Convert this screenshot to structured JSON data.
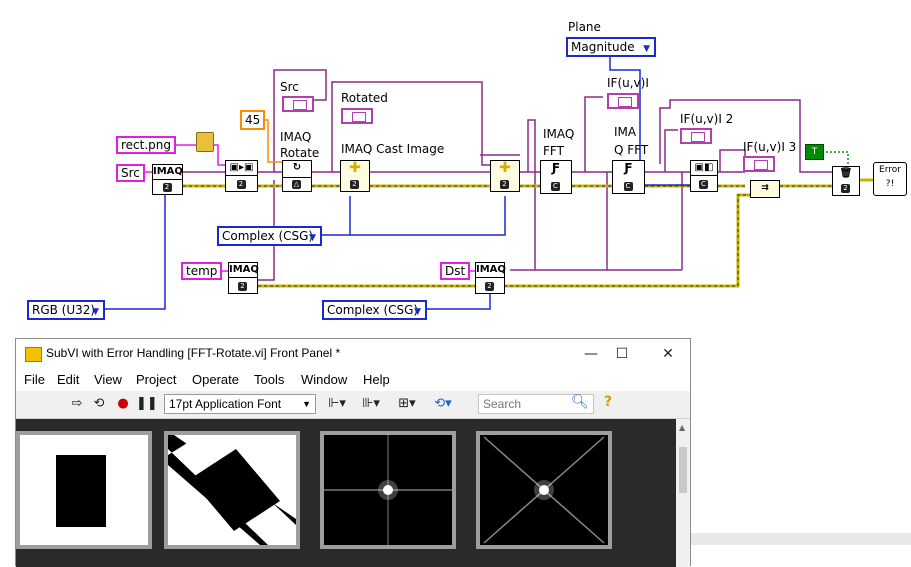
{
  "block_diagram": {
    "constants": {
      "rect_png": "rect.png",
      "src": "Src",
      "temp": "temp",
      "dst": "Dst",
      "angle": "45",
      "bool": "T"
    },
    "labels": {
      "src": "Src",
      "rotated": "Rotated",
      "imaq_rotate_1": "IMAQ",
      "imaq_rotate_2": "Rotate",
      "imaq_cast": "IMAQ Cast Image",
      "imaq_fft_1": "IMAQ",
      "imaq_fft_2": "FFT",
      "imaq_ifft_1": "IMA",
      "imaq_ifft_2": "Q FFT",
      "plane": "Plane",
      "fuv_1": "IF(u,v)I",
      "fuv_2": "IF(u,v)I 2",
      "fuv_3": "IF(u,v)I 3"
    },
    "rings": {
      "plane": "Magnitude",
      "complex_1": "Complex (CSG)",
      "complex_2": "Complex (CSG)",
      "rgb": "RGB (U32)"
    },
    "vi_glyphs": {
      "imaq": "IMAQ",
      "error": "Error"
    }
  },
  "window": {
    "title": "SubVI with Error Handling [FFT-Rotate.vi] Front Panel *",
    "controls": {
      "minimize": "—",
      "maximize": "☐",
      "close": "✕"
    },
    "menu": [
      "File",
      "Edit",
      "View",
      "Project",
      "Operate",
      "Tools",
      "Window",
      "Help"
    ],
    "toolbar": {
      "font": "17pt Application Font",
      "search_placeholder": "Search",
      "help": "?"
    },
    "images": [
      "src-rectangle",
      "rotated-rectangle",
      "fft-magnitude",
      "fft-magnitude-rotated"
    ]
  },
  "colors": {
    "string_wire": "#e020e0",
    "error_wire": "#c8b400",
    "image_wire": "#8a2a8a",
    "enum_wire": "#1a2ad0",
    "numeric_wire": "#ff8a00"
  }
}
